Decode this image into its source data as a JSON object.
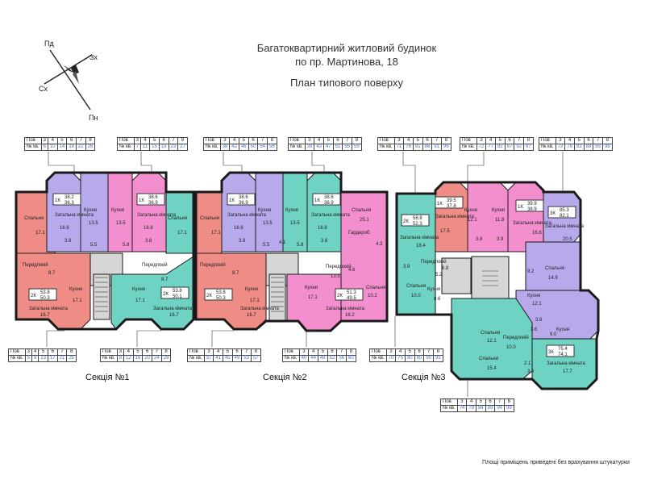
{
  "title": {
    "line1": "Багатоквартирний житловий будинок",
    "line2": "по пр. Мартинова, 18",
    "line3": "План типового поверху"
  },
  "compass": {
    "n": "Пд",
    "e": "Зх",
    "w": "Сх",
    "s": "Пн"
  },
  "colors": {
    "red": "#f08c86",
    "purple": "#b7a9ec",
    "pink": "#f48fcf",
    "teal": "#6fd3c3",
    "core": "#d6d6d6",
    "wall": "#1a1a1a"
  },
  "sections": [
    "Секція №1",
    "Секція №2",
    "Секція №3"
  ],
  "note": "Площі приміщень приведені без врахування штукатурки",
  "tables": [
    {
      "h1": "Пов",
      "h2": "№ кв.",
      "floors": [
        "3",
        "4",
        "5",
        "6",
        "7",
        "8"
      ],
      "nums": [
        "6",
        "10",
        "14",
        "18",
        "22",
        "26"
      ]
    },
    {
      "h1": "Пов",
      "h2": "№ кв.",
      "floors": [
        "3",
        "4",
        "5",
        "6",
        "7",
        "8"
      ],
      "nums": [
        "7",
        "11",
        "15",
        "19",
        "23",
        "27"
      ]
    },
    {
      "h1": "Пов",
      "h2": "№ кв.",
      "floors": [
        "3",
        "4",
        "5",
        "6",
        "7",
        "8"
      ],
      "nums": [
        "38",
        "42",
        "46",
        "50",
        "54",
        "58"
      ]
    },
    {
      "h1": "Пов",
      "h2": "№ кв.",
      "floors": [
        "3",
        "4",
        "5",
        "6",
        "7",
        "8"
      ],
      "nums": [
        "39",
        "43",
        "47",
        "51",
        "55",
        "59"
      ]
    },
    {
      "h1": "Пов",
      "h2": "№ кв.",
      "floors": [
        "3",
        "4",
        "5",
        "6",
        "7",
        "8"
      ],
      "nums": [
        "71",
        "76",
        "81",
        "86",
        "91",
        "96"
      ]
    },
    {
      "h1": "Пов",
      "h2": "№ кв.",
      "floors": [
        "3",
        "4",
        "5",
        "6",
        "7",
        "8"
      ],
      "nums": [
        "72",
        "77",
        "82",
        "87",
        "92",
        "97"
      ]
    },
    {
      "h1": "Пов",
      "h2": "№ кв.",
      "floors": [
        "3",
        "4",
        "5",
        "6",
        "7",
        "8"
      ],
      "nums": [
        "73",
        "78",
        "83",
        "88",
        "93",
        "98"
      ]
    },
    {
      "h1": "Пов",
      "h2": "№ кв.",
      "floors": [
        "3",
        "4",
        "5",
        "6",
        "7",
        "8"
      ],
      "nums": [
        "5",
        "9",
        "13",
        "17",
        "21",
        "25"
      ]
    },
    {
      "h1": "Пов",
      "h2": "№ кв.",
      "floors": [
        "3",
        "4",
        "5",
        "6",
        "7",
        "8"
      ],
      "nums": [
        "8",
        "12",
        "16",
        "20",
        "24",
        "28"
      ]
    },
    {
      "h1": "Пов",
      "h2": "№ кв.",
      "floors": [
        "3",
        "4",
        "5",
        "6",
        "7",
        "8"
      ],
      "nums": [
        "37",
        "41",
        "45",
        "49",
        "53",
        "57"
      ]
    },
    {
      "h1": "Пов",
      "h2": "№ кв.",
      "floors": [
        "3",
        "4",
        "5",
        "6",
        "7",
        "8"
      ],
      "nums": [
        "40",
        "44",
        "48",
        "52",
        "56",
        "60"
      ]
    },
    {
      "h1": "Пов",
      "h2": "№ кв.",
      "floors": [
        "3",
        "4",
        "5",
        "6",
        "7",
        "8"
      ],
      "nums": [
        "70",
        "75",
        "80",
        "85",
        "90",
        "95"
      ]
    },
    {
      "h1": "Пов",
      "h2": "№ кв.",
      "floors": [
        "3",
        "4",
        "5",
        "6",
        "7",
        "8"
      ],
      "nums": [
        "74",
        "79",
        "84",
        "89",
        "94",
        "99"
      ]
    }
  ],
  "apartments": [
    {
      "type": "1К",
      "a": "38.2",
      "b": "36.3"
    },
    {
      "type": "1К",
      "a": "38.6",
      "b": "36.9"
    },
    {
      "type": "2К",
      "a": "53.8",
      "b": "50.3"
    },
    {
      "type": "2К",
      "a": "53.8",
      "b": "50.1"
    },
    {
      "type": "1К",
      "a": "38.6",
      "b": "36.9"
    },
    {
      "type": "1К",
      "a": "38.6",
      "b": "36.9"
    },
    {
      "type": "2К",
      "a": "53.8",
      "b": "50.3"
    },
    {
      "type": "2К",
      "a": "51.3",
      "b": "49.5"
    },
    {
      "type": "2К",
      "a": "56.8",
      "b": "52.3"
    },
    {
      "type": "1К",
      "a": "39.5",
      "b": "37.8"
    },
    {
      "type": "1К",
      "a": "39.9",
      "b": "38.9"
    },
    {
      "type": "3К",
      "a": "85.3",
      "b": "82.1"
    },
    {
      "type": "3К",
      "a": "75.4",
      "b": "74.1"
    }
  ],
  "rooms": [
    [
      "Спальня",
      "17.1"
    ],
    [
      "Загальна кімната",
      "16.6"
    ],
    [
      "Кухня",
      "13.5"
    ],
    [
      "Кухня",
      "13.5"
    ],
    [
      "Загальна кімната",
      "16.8"
    ],
    [
      "Спальня",
      "17.1"
    ],
    [
      "Передпокій",
      "8.7"
    ],
    [
      "Передпокій",
      "8.7"
    ],
    [
      "Кухня",
      "17.1"
    ],
    [
      "Кухня",
      "17.1"
    ],
    [
      "Загальна кімната",
      "16.7"
    ],
    [
      "Загальна кімната",
      "16.7"
    ],
    [
      "Спальня",
      "17.1"
    ],
    [
      "Загальна кімната",
      "16.6"
    ],
    [
      "Кухня",
      "13.5"
    ],
    [
      "Кухня",
      "13.5"
    ],
    [
      "Загальна кімната",
      "16.8"
    ],
    [
      "Спальня",
      "25.1"
    ],
    [
      "Гардероб",
      ""
    ],
    [
      "Передпокій",
      "8.7"
    ],
    [
      "Кухня",
      "17.1"
    ],
    [
      "Загальна кімната",
      "16.7"
    ],
    [
      "Передпокій",
      "13.5"
    ],
    [
      "Кухня",
      "17.1"
    ],
    [
      "Загальна кімната",
      "16.2"
    ],
    [
      "Спальня",
      "10.2"
    ],
    [
      "Загальна кімната",
      "18.4"
    ],
    [
      "Спальня",
      "10.0"
    ],
    [
      "Кухня",
      "8.6"
    ],
    [
      "Передпокій",
      "6.8"
    ],
    [
      "Загальна кімната",
      "17.5"
    ],
    [
      "Кухня",
      "12.1"
    ],
    [
      "Кухня",
      "11.8"
    ],
    [
      "Загальна кімната",
      "16.6"
    ],
    [
      "Загальна кімната",
      "20.5"
    ],
    [
      "Спальня",
      "14.9"
    ],
    [
      "Кухня",
      "12.1"
    ],
    [
      "Спальня",
      "12.1"
    ],
    [
      "Передпокій",
      "10.0"
    ],
    [
      "Кухня",
      "9.0"
    ],
    [
      "Спальня",
      "15.4"
    ],
    [
      "Загальна кімната",
      "17.7"
    ]
  ],
  "small": [
    "5.5",
    "5.8",
    "3.8",
    "3.8",
    "5.5",
    "5.8",
    "3.8",
    "3.8",
    "4.6",
    "4.3",
    "3.9",
    "5.2",
    "3.8",
    "3.9",
    "3.8",
    "2.1",
    "3.6",
    "9.2",
    "4.1",
    "3.0"
  ]
}
